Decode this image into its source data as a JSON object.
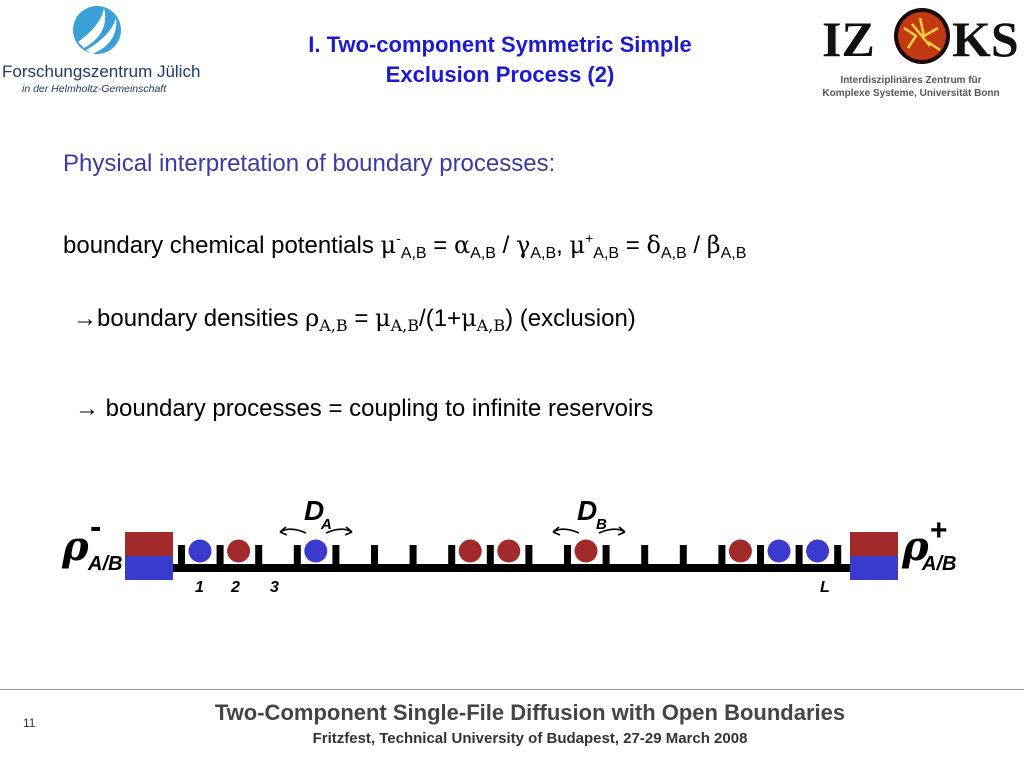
{
  "header": {
    "title_line1": "I. Two-component Symmetric Simple",
    "title_line2": "Exclusion Process (2)",
    "left_logo": {
      "name": "Forschungszentrum Jülich",
      "subtitle": "in der Helmholtz-Gemeinschaft"
    },
    "right_logo": {
      "text_left": "IZ",
      "text_right": "KS",
      "caption_line1": "Interdisziplinäres Zentrum für",
      "caption_line2": "Komplexe Systeme, Universität Bonn"
    }
  },
  "content": {
    "subheading": "Physical interpretation of boundary processes:",
    "line1": {
      "lead": "boundary chemical potentials ",
      "mu": "μ",
      "minus": "-",
      "ab": "A,B",
      "eq": " = ",
      "alpha": "α",
      "slash": " / ",
      "gamma": "γ",
      "comma": ",   ",
      "plus": "+",
      "delta": "δ",
      "beta": "β"
    },
    "line2": {
      "arrow": "→",
      "lead": "boundary densities ",
      "rho": "ρ",
      "ab": "A,B",
      "eq": " = ",
      "mu": "μ",
      "mid": "/(1+",
      "close": ")",
      "tail": "   (exclusion)"
    },
    "line3": {
      "arrow": "→",
      "text": " boundary processes = coupling to infinite reservoirs"
    }
  },
  "diagram": {
    "rho": "ρ",
    "left_sign": "-",
    "right_sign": "+",
    "reservoir_label": "A/B",
    "d_a": "D",
    "d_a_sub": "A",
    "d_b": "D",
    "d_b_sub": "B",
    "site_labels": [
      "1",
      "2",
      "3"
    ],
    "last_site_label": "L",
    "colors": {
      "species_a": "#3a3acd",
      "species_b": "#a32a2a",
      "lattice": "#000000"
    }
  },
  "footer": {
    "page_number": "11",
    "title": "Two-Component Single-File Diffusion with Open Boundaries",
    "subtitle": "Fritzfest, Technical University of Budapest, 27-29 March 2008"
  }
}
